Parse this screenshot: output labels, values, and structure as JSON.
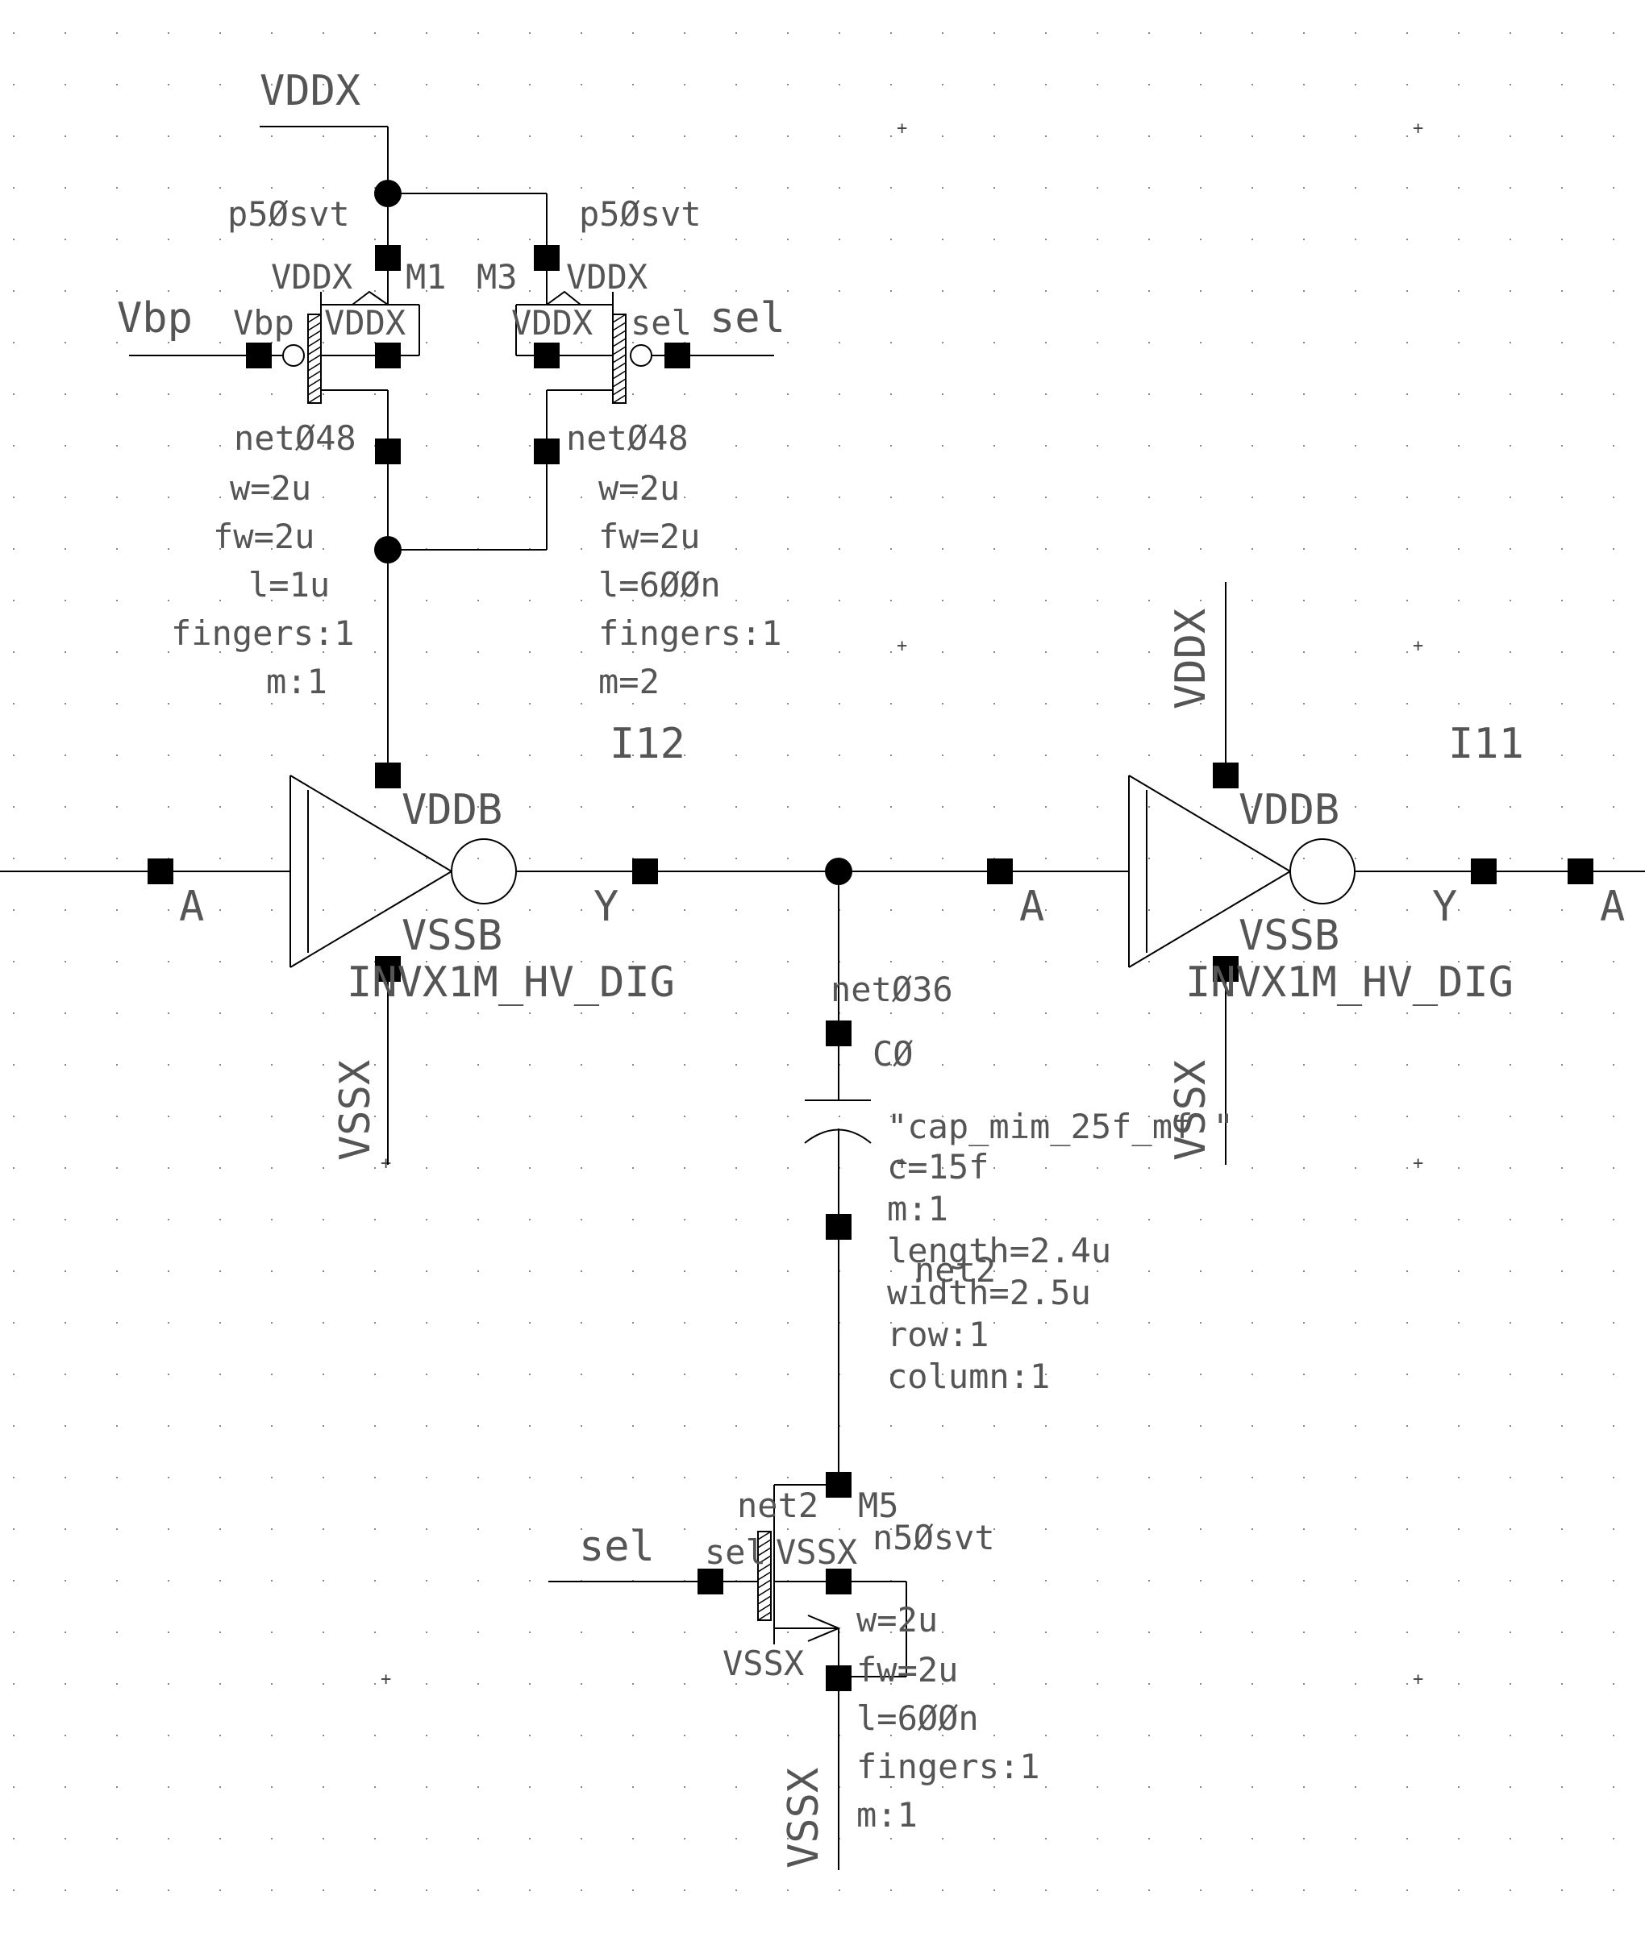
{
  "labels": {
    "vddx_top": "VDDX",
    "p50svt_left": "p5Øsvt",
    "p50svt_right": "p5Øsvt",
    "vddx_m1": "VDDX",
    "m1": "M1",
    "m3": "M3",
    "vddx_m3": "VDDX",
    "vbp_pin": "Vbp",
    "vbp_term": "Vbp",
    "vddx_m1_bulk": "VDDX",
    "vddx_m3_bulk": "VDDX",
    "sel_term_m3": "sel",
    "sel_pin_top": "sel",
    "net048_left": "netØ48",
    "net048_right": "netØ48",
    "m1_w": "w=2u",
    "m1_fw": "fw=2u",
    "m1_l": "l=1u",
    "m1_fingers": "fingers:1",
    "m1_m": "m:1",
    "m3_w": "w=2u",
    "m3_fw": "fw=2u",
    "m3_l": "l=6ØØn",
    "m3_fingers": "fingers:1",
    "m3_m": "m=2",
    "i12": "I12",
    "i11": "I11",
    "vddx_i11": "VDDX",
    "inv1_vddb": "VDDB",
    "inv1_vssb": "VSSB",
    "inv1_name": "INVX1M_HV_DIG",
    "inv1_a": "A",
    "inv1_y": "Y",
    "inv2_vddb": "VDDB",
    "inv2_vssb": "VSSB",
    "inv2_name": "INVX1M_HV_DIG",
    "inv2_a": "A",
    "inv2_y": "Y",
    "out_a": "A",
    "vssx_inv1": "VSSX",
    "vssx_inv2": "VSSX",
    "net036": "netØ36",
    "c0": "CØ",
    "cap_model": "\"cap_mim_25f_mf \"",
    "cap_c": "c=15f",
    "cap_m": "m:1",
    "cap_length": "length=2.4u",
    "cap_net2": "net2",
    "cap_width": "width=2.5u",
    "cap_row": "row:1",
    "cap_column": "column:1",
    "net2_m5": "net2",
    "m5": "M5",
    "n50svt": "n5Øsvt",
    "sel_pin_bottom": "sel",
    "sel_term_m5": "sel",
    "vssx_m5_bulk": "VSSX",
    "vssx_m5_src": "VSSX",
    "m5_w": "w=2u",
    "m5_fw": "fw=2u",
    "m5_l": "l=6ØØn",
    "m5_fingers": "fingers:1",
    "m5_m": "m:1",
    "vssx_bottom": "VSSX"
  },
  "colors": {
    "wire": "#000000",
    "text": "#555555",
    "background": "#ffffff"
  }
}
